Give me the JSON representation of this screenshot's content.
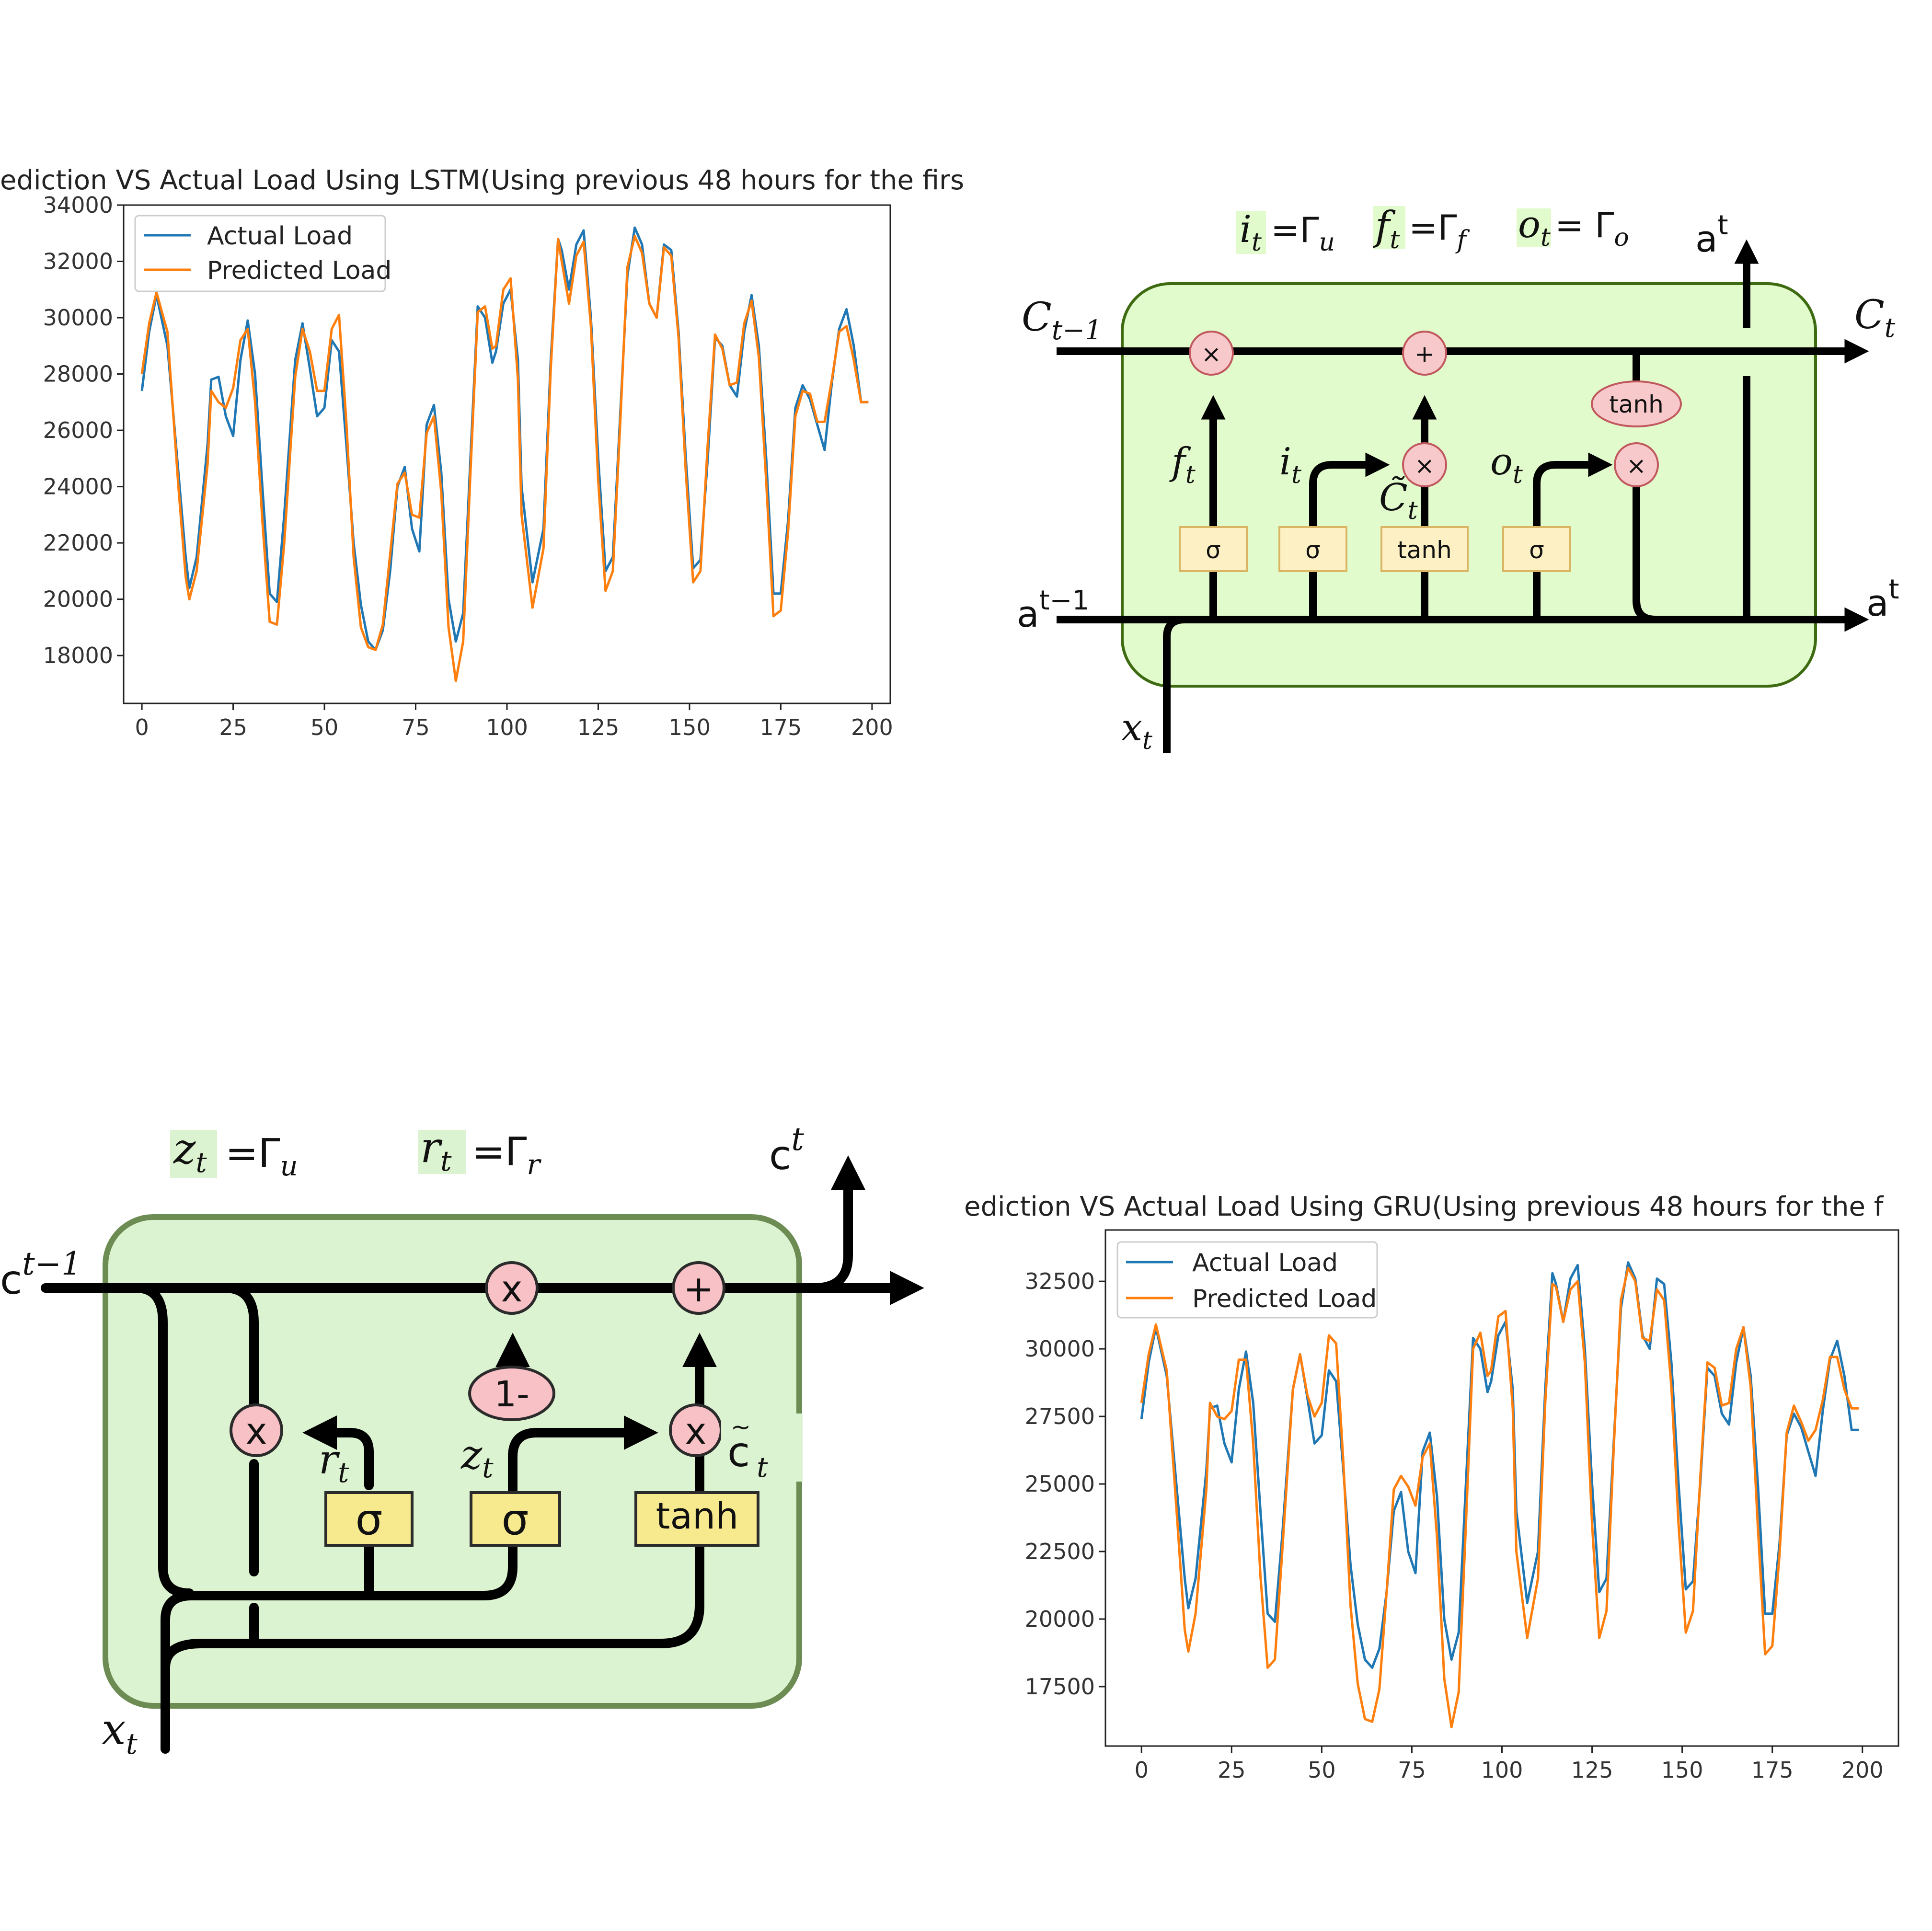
{
  "chart_data": [
    {
      "type": "line",
      "title": "ediction VS Actual Load Using LSTM(Using previous 48 hours for the firs",
      "xlim": [
        -5,
        205
      ],
      "ylim": [
        16300,
        34000
      ],
      "xticks": [
        0,
        25,
        50,
        75,
        100,
        125,
        150,
        175,
        200
      ],
      "yticks": [
        18000,
        20000,
        22000,
        24000,
        26000,
        28000,
        30000,
        32000,
        34000
      ],
      "legend": "top-left",
      "grid": false,
      "series": [
        {
          "name": "Actual Load",
          "color": "#1f77b4",
          "x": [
            0,
            2,
            4,
            7,
            10,
            12,
            13,
            15,
            18,
            19,
            21,
            23,
            25,
            27,
            29,
            31,
            33,
            35,
            37,
            39,
            42,
            44,
            46,
            48,
            50,
            52,
            54,
            56,
            58,
            60,
            62,
            64,
            66,
            68,
            70,
            72,
            74,
            76,
            78,
            80,
            82,
            84,
            86,
            88,
            90,
            92,
            94,
            96,
            97,
            99,
            101,
            103,
            104,
            107,
            110,
            112,
            114,
            115,
            117,
            119,
            121,
            123,
            125,
            127,
            129,
            131,
            133,
            135,
            137,
            139,
            141,
            143,
            145,
            147,
            149,
            151,
            153,
            155,
            157,
            159,
            161,
            163,
            165,
            167,
            169,
            171,
            173,
            175,
            177,
            179,
            181,
            183,
            185,
            187,
            189,
            191,
            193,
            195,
            197,
            199
          ],
          "y": [
            27400,
            29500,
            30800,
            29000,
            24500,
            21500,
            20400,
            21500,
            25500,
            27800,
            27900,
            26500,
            25800,
            28500,
            29900,
            28000,
            24000,
            20200,
            19900,
            23000,
            28500,
            29800,
            28200,
            26500,
            26800,
            29200,
            28800,
            25500,
            22000,
            19800,
            18500,
            18200,
            18900,
            21000,
            24000,
            24700,
            22500,
            21700,
            26200,
            26900,
            24500,
            20000,
            18500,
            19500,
            25000,
            30400,
            30000,
            28400,
            28800,
            30500,
            31000,
            28500,
            24000,
            20600,
            22500,
            28500,
            32800,
            32400,
            31000,
            32600,
            33100,
            30000,
            25000,
            21000,
            21500,
            26500,
            31500,
            33200,
            32600,
            30500,
            30000,
            32600,
            32400,
            29500,
            25000,
            21100,
            21400,
            25000,
            29300,
            29000,
            27600,
            27200,
            29500,
            30800,
            29000,
            25000,
            20200,
            20200,
            22800,
            26800,
            27600,
            27100,
            26200,
            25300,
            27700,
            29600,
            30300,
            29000,
            27000,
            27000
          ]
        },
        {
          "name": "Predicted Load",
          "color": "#ff7f0e",
          "x": [
            0,
            2,
            4,
            7,
            10,
            12,
            13,
            15,
            18,
            19,
            21,
            23,
            25,
            27,
            29,
            31,
            33,
            35,
            37,
            39,
            42,
            44,
            46,
            48,
            50,
            52,
            54,
            56,
            58,
            60,
            62,
            64,
            66,
            68,
            70,
            72,
            74,
            76,
            78,
            80,
            82,
            84,
            86,
            88,
            90,
            92,
            94,
            96,
            97,
            99,
            101,
            103,
            104,
            107,
            110,
            112,
            114,
            115,
            117,
            119,
            121,
            123,
            125,
            127,
            129,
            131,
            133,
            135,
            137,
            139,
            141,
            143,
            145,
            147,
            149,
            151,
            153,
            155,
            157,
            159,
            161,
            163,
            165,
            167,
            169,
            171,
            173,
            175,
            177,
            179,
            181,
            183,
            185,
            187,
            189,
            191,
            193,
            195,
            197,
            199
          ],
          "y": [
            28000,
            29800,
            30900,
            29500,
            24000,
            20800,
            20000,
            21000,
            24800,
            27400,
            27000,
            26800,
            27500,
            29200,
            29600,
            27000,
            22800,
            19200,
            19100,
            22000,
            27900,
            29600,
            28800,
            27400,
            27400,
            29600,
            30100,
            26300,
            21500,
            19000,
            18300,
            18200,
            19100,
            21600,
            24100,
            24500,
            23000,
            22900,
            25900,
            26500,
            23800,
            19000,
            17100,
            18500,
            24500,
            30200,
            30400,
            28900,
            29000,
            31000,
            31400,
            27800,
            23000,
            19700,
            21800,
            28200,
            32800,
            32000,
            30500,
            32200,
            32700,
            29700,
            24200,
            20300,
            21000,
            26200,
            31800,
            32900,
            32300,
            30500,
            30000,
            32500,
            32200,
            29300,
            24500,
            20600,
            21000,
            25500,
            29400,
            28900,
            27600,
            27700,
            29800,
            30600,
            28600,
            24200,
            19400,
            19600,
            22400,
            26500,
            27400,
            27300,
            26300,
            26300,
            27800,
            29500,
            29700,
            28500,
            27000,
            27000
          ]
        }
      ]
    },
    {
      "type": "line",
      "title": "ediction VS Actual Load Using GRU(Using previous 48 hours for the f",
      "xlim": [
        -10,
        210
      ],
      "ylim": [
        15300,
        34400
      ],
      "xticks": [
        0,
        25,
        50,
        75,
        100,
        125,
        150,
        175,
        200
      ],
      "yticks": [
        17500,
        20000,
        22500,
        25000,
        27500,
        30000,
        32500
      ],
      "legend": "top-left",
      "grid": false,
      "series": [
        {
          "name": "Actual Load",
          "color": "#1f77b4",
          "x": [
            0,
            2,
            4,
            7,
            10,
            12,
            13,
            15,
            18,
            19,
            21,
            23,
            25,
            27,
            29,
            31,
            33,
            35,
            37,
            39,
            42,
            44,
            46,
            48,
            50,
            52,
            54,
            56,
            58,
            60,
            62,
            64,
            66,
            68,
            70,
            72,
            74,
            76,
            78,
            80,
            82,
            84,
            86,
            88,
            90,
            92,
            94,
            96,
            97,
            99,
            101,
            103,
            104,
            107,
            110,
            112,
            114,
            115,
            117,
            119,
            121,
            123,
            125,
            127,
            129,
            131,
            133,
            135,
            137,
            139,
            141,
            143,
            145,
            147,
            149,
            151,
            153,
            155,
            157,
            159,
            161,
            163,
            165,
            167,
            169,
            171,
            173,
            175,
            177,
            179,
            181,
            183,
            185,
            187,
            189,
            191,
            193,
            195,
            197,
            199
          ],
          "y": [
            27400,
            29500,
            30800,
            29000,
            24500,
            21500,
            20400,
            21500,
            25500,
            27800,
            27900,
            26500,
            25800,
            28500,
            29900,
            28000,
            24000,
            20200,
            19900,
            23000,
            28500,
            29800,
            28200,
            26500,
            26800,
            29200,
            28800,
            25500,
            22000,
            19800,
            18500,
            18200,
            18900,
            21000,
            24000,
            24700,
            22500,
            21700,
            26200,
            26900,
            24500,
            20000,
            18500,
            19500,
            25000,
            30400,
            30000,
            28400,
            28800,
            30500,
            31000,
            28500,
            24000,
            20600,
            22500,
            28500,
            32800,
            32400,
            31000,
            32600,
            33100,
            30000,
            25000,
            21000,
            21500,
            26500,
            31500,
            33200,
            32600,
            30500,
            30000,
            32600,
            32400,
            29500,
            25000,
            21100,
            21400,
            25000,
            29300,
            29000,
            27600,
            27200,
            29500,
            30800,
            29000,
            25000,
            20200,
            20200,
            22800,
            26800,
            27600,
            27100,
            26200,
            25300,
            27700,
            29600,
            30300,
            29000,
            27000,
            27000
          ]
        },
        {
          "name": "Predicted Load",
          "color": "#ff7f0e",
          "x": [
            0,
            2,
            4,
            7,
            10,
            12,
            13,
            15,
            18,
            19,
            21,
            23,
            25,
            27,
            29,
            31,
            33,
            35,
            37,
            39,
            42,
            44,
            46,
            48,
            50,
            52,
            54,
            56,
            58,
            60,
            62,
            64,
            66,
            68,
            70,
            72,
            74,
            76,
            78,
            80,
            82,
            84,
            86,
            88,
            90,
            92,
            94,
            96,
            97,
            99,
            101,
            103,
            104,
            107,
            110,
            112,
            114,
            115,
            117,
            119,
            121,
            123,
            125,
            127,
            129,
            131,
            133,
            135,
            137,
            139,
            141,
            143,
            145,
            147,
            149,
            151,
            153,
            155,
            157,
            159,
            161,
            163,
            165,
            167,
            169,
            171,
            173,
            175,
            177,
            179,
            181,
            183,
            185,
            187,
            189,
            191,
            193,
            195,
            197,
            199
          ],
          "y": [
            28000,
            29800,
            30900,
            29200,
            23500,
            19600,
            18800,
            20200,
            24800,
            28000,
            27500,
            27400,
            27700,
            29600,
            29600,
            26500,
            21600,
            18200,
            18500,
            22400,
            28500,
            29800,
            28300,
            27500,
            28000,
            30500,
            30200,
            25800,
            20500,
            17600,
            16300,
            16200,
            17400,
            21000,
            24800,
            25300,
            24900,
            24200,
            26000,
            26500,
            23000,
            17800,
            16000,
            17300,
            23500,
            30000,
            30600,
            29000,
            29200,
            31200,
            31400,
            27800,
            22500,
            19300,
            21500,
            28000,
            32400,
            32300,
            31000,
            32200,
            32500,
            29500,
            23500,
            19300,
            20300,
            26300,
            31800,
            33000,
            32500,
            30400,
            30300,
            32200,
            31800,
            28600,
            23500,
            19500,
            20300,
            25200,
            29500,
            29300,
            27900,
            28000,
            30000,
            30800,
            28600,
            23400,
            18700,
            19000,
            22400,
            26900,
            27900,
            27300,
            26600,
            27000,
            28100,
            29700,
            29700,
            28500,
            27800,
            27800
          ]
        }
      ]
    }
  ],
  "lstm_diagram": {
    "eq_i": "i",
    "eq_i_sub": "t",
    "eq_i_rhs": "=Γ",
    "eq_i_rhs_sub": "u",
    "eq_f": "f",
    "eq_f_sub": "t",
    "eq_f_rhs": "=Γ",
    "eq_f_rhs_sub": "f",
    "eq_o": "o",
    "eq_o_sub": "t",
    "eq_o_rhs": "= Γ",
    "eq_o_rhs_sub": "o",
    "c_prev": "C",
    "c_prev_sub": "t−1",
    "c_next": "C",
    "c_next_sub": "t",
    "a_prev": "a",
    "a_prev_sup": "t−1",
    "a_out_top": "a",
    "a_out_top_sup": "t",
    "a_out_right": "a",
    "a_out_right_sup": "t",
    "x_in": "x",
    "x_in_sub": "t",
    "label_f": "f",
    "label_f_sub": "t",
    "label_i": "i",
    "label_i_sub": "t",
    "label_o": "o",
    "label_o_sub": "t",
    "label_c_tilde": "C̃",
    "label_c_tilde_sub": "t",
    "op_mult": "×",
    "op_add": "+",
    "gate_sigma": "σ",
    "gate_tanh": "tanh",
    "tanh_out": "tanh",
    "colors": {
      "cell": "#e2fbcc",
      "cell_border": "#3e6b12",
      "gate_fill": "#fdf0c4",
      "gate_border": "#d9b564",
      "op_fill": "#f8c9cb",
      "op_border": "#c0585e"
    }
  },
  "gru_diagram": {
    "eq_z": "z",
    "eq_z_sub": "t",
    "eq_z_rhs": "=Γ",
    "eq_z_rhs_sub": "u",
    "eq_r": "r",
    "eq_r_sub": "t",
    "eq_r_rhs": "=Γ",
    "eq_r_rhs_sub": "r",
    "c_prev": "c",
    "c_prev_sup": "t−1",
    "c_out": "c",
    "c_out_sup": "t",
    "x_in": "x",
    "x_in_sub": "t",
    "label_r": "r",
    "label_r_sub": "t",
    "label_z": "z",
    "label_z_sub": "t",
    "label_c_tilde": "c",
    "label_c_tilde_sub": "t",
    "tilde": "~",
    "op_x": "x",
    "op_add": "+",
    "one_minus": "1-",
    "gate_sigma": "σ",
    "gate_tanh": "tanh",
    "colors": {
      "cell": "#dcf3d1",
      "cell_border": "#6d8c53",
      "gate_fill": "#f7e98e",
      "gate_border": "#2b2b2b",
      "op_fill": "#f7c1c6",
      "op_border": "#2b2b2b"
    }
  }
}
